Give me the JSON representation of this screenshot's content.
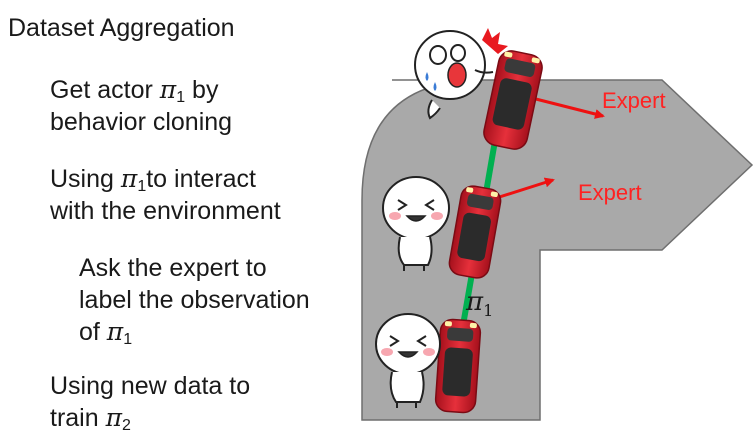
{
  "slide": {
    "heading": "Dataset Aggregation",
    "item1_line1_pre": "Get actor ",
    "item1_line1_sym": "π",
    "item1_line1_sub": "1",
    "item1_line1_post": " by",
    "item1_line2": "behavior cloning",
    "item2_line1_pre": "Using ",
    "item2_line1_sym": "π",
    "item2_line1_sub": "1",
    "item2_line1_post": "to interact",
    "item2_line2": "with the environment",
    "sub_line1": "Ask the expert to",
    "sub_line2": "label the observation",
    "sub_line3_pre": "of ",
    "sub_line3_sym": "π",
    "sub_line3_sub": "1",
    "item3_line1": "Using new data to",
    "item3_line2_pre": "train ",
    "item3_line2_sym": "π",
    "item3_line2_sub": "2"
  },
  "diagram": {
    "expert_label_top": "Expert",
    "expert_label_mid": "Expert",
    "policy_label_sym": "π",
    "policy_label_sub": "1",
    "colors": {
      "road": "#a9a9a9",
      "trajectory": "#00b050",
      "expert_arrow": "#ee1111",
      "car": "#d61e2b"
    }
  }
}
